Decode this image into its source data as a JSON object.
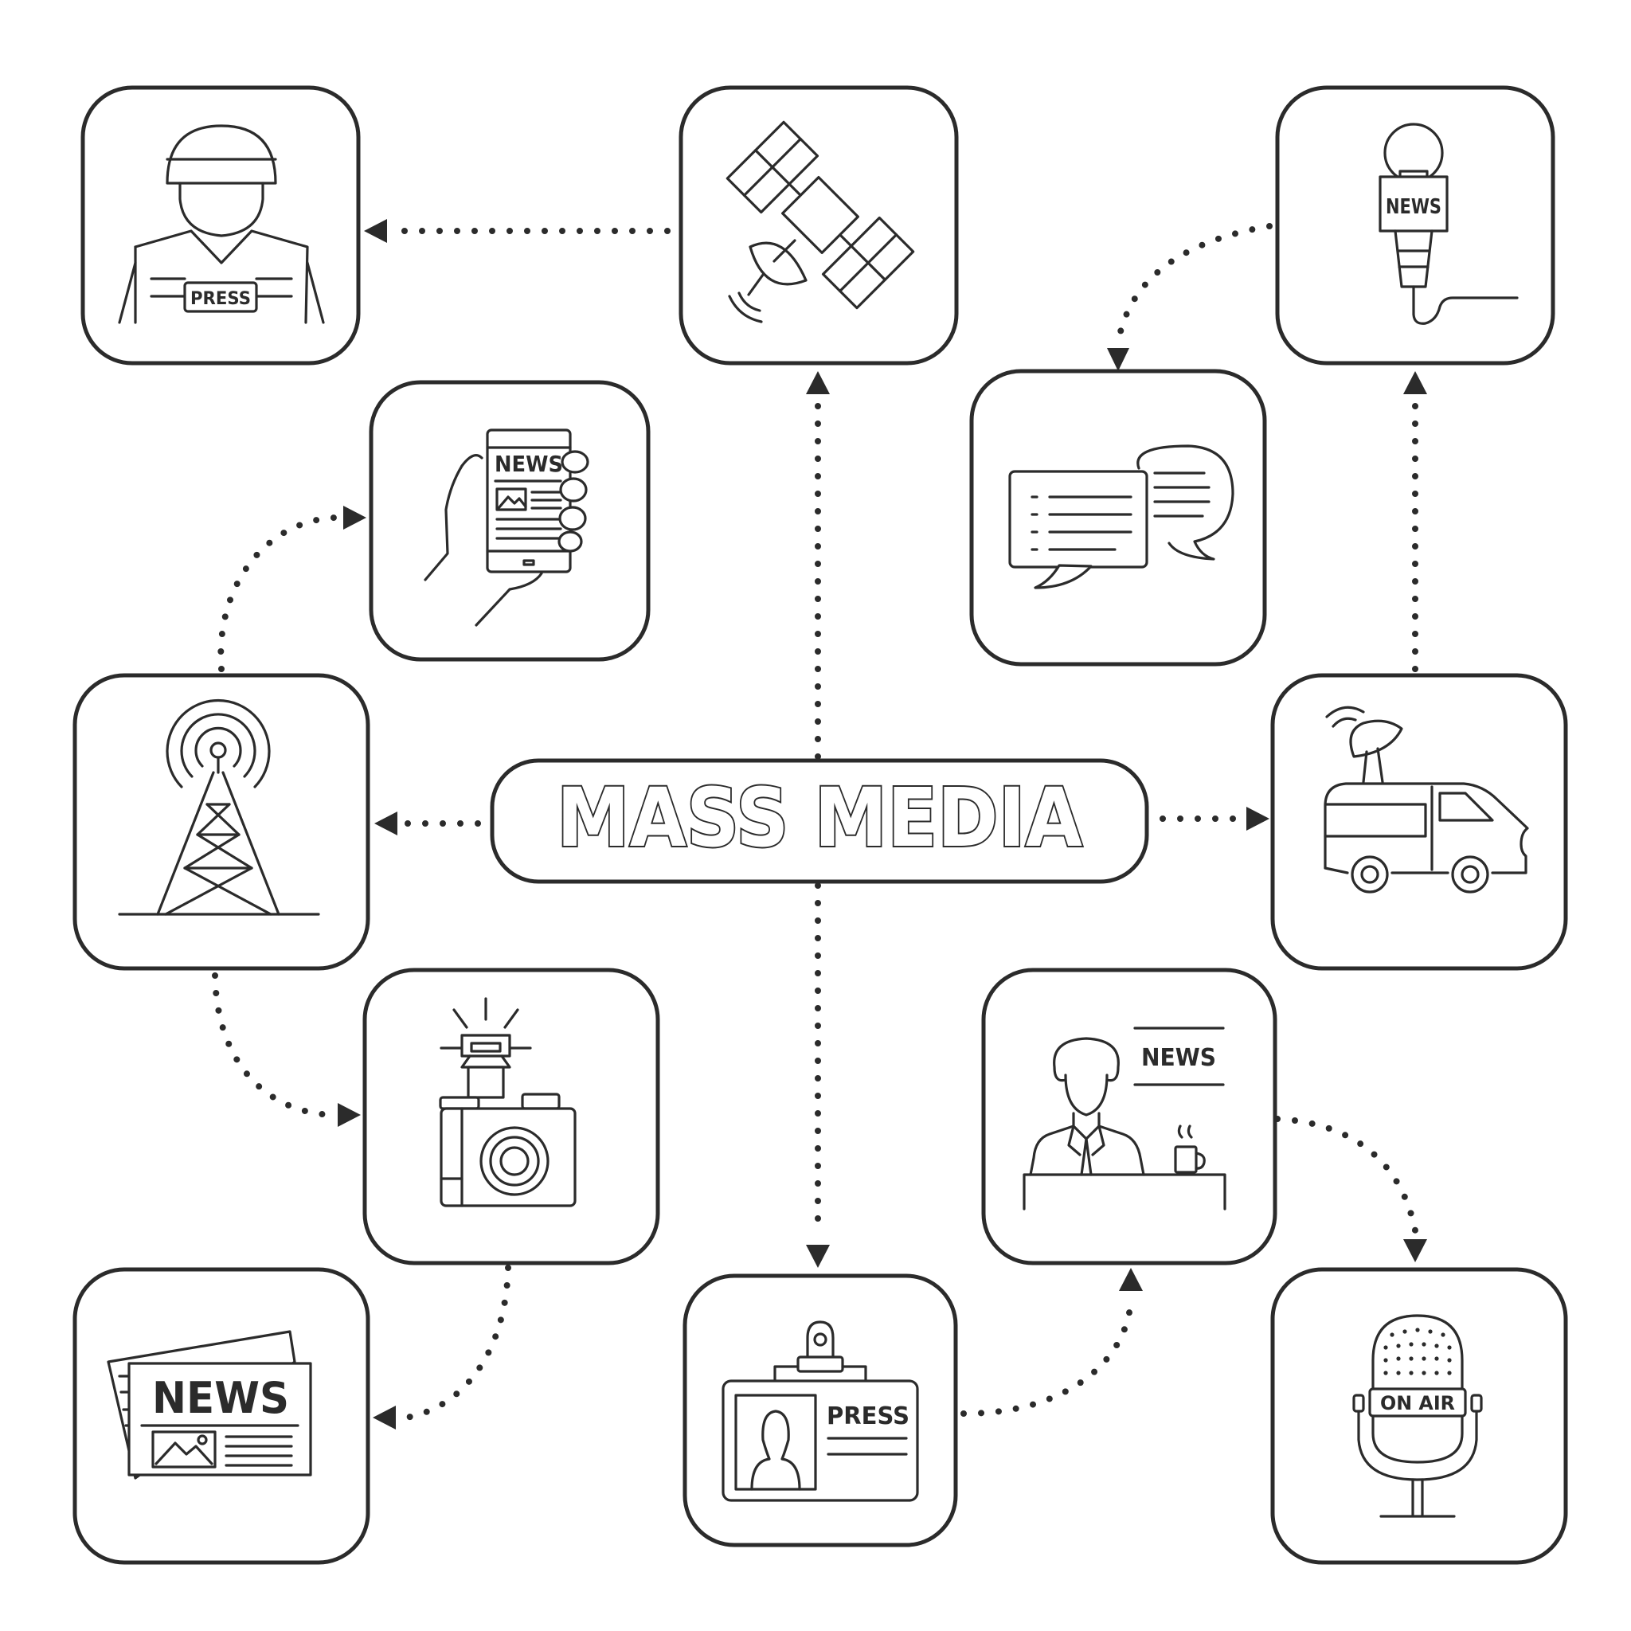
{
  "title": "MASS MEDIA",
  "labels": {
    "press_vest": "PRESS",
    "mic_news": "NEWS",
    "phone_news": "NEWS",
    "newspaper": "NEWS",
    "anchor_news": "NEWS",
    "press_badge": "PRESS",
    "on_air": "ON AIR"
  },
  "nodes": [
    {
      "id": "war-correspondent",
      "icon": "war-correspondent-icon"
    },
    {
      "id": "satellite",
      "icon": "satellite-icon"
    },
    {
      "id": "news-microphone",
      "icon": "news-microphone-icon"
    },
    {
      "id": "mobile-news",
      "icon": "mobile-news-icon"
    },
    {
      "id": "chat",
      "icon": "chat-bubbles-icon"
    },
    {
      "id": "radio-tower",
      "icon": "radio-tower-icon"
    },
    {
      "id": "news-van",
      "icon": "news-van-icon"
    },
    {
      "id": "photo-camera",
      "icon": "photo-camera-icon"
    },
    {
      "id": "news-anchor",
      "icon": "news-anchor-icon"
    },
    {
      "id": "newspaper",
      "icon": "newspaper-icon"
    },
    {
      "id": "press-badge",
      "icon": "press-badge-icon"
    },
    {
      "id": "on-air-microphone",
      "icon": "on-air-microphone-icon"
    }
  ],
  "edges": [
    {
      "from": "satellite",
      "to": "war-correspondent"
    },
    {
      "from": "news-microphone",
      "to": "chat"
    },
    {
      "from": "news-van",
      "to": "news-microphone"
    },
    {
      "from": "radio-tower",
      "to": "mobile-news"
    },
    {
      "from": "title",
      "to": "satellite"
    },
    {
      "from": "title",
      "to": "radio-tower"
    },
    {
      "from": "title",
      "to": "news-van"
    },
    {
      "from": "title",
      "to": "press-badge"
    },
    {
      "from": "radio-tower",
      "to": "photo-camera"
    },
    {
      "from": "photo-camera",
      "to": "newspaper"
    },
    {
      "from": "press-badge",
      "to": "news-anchor"
    },
    {
      "from": "news-anchor",
      "to": "on-air-microphone"
    }
  ],
  "colors": {
    "stroke": "#2b2b2b",
    "background": "#ffffff"
  }
}
